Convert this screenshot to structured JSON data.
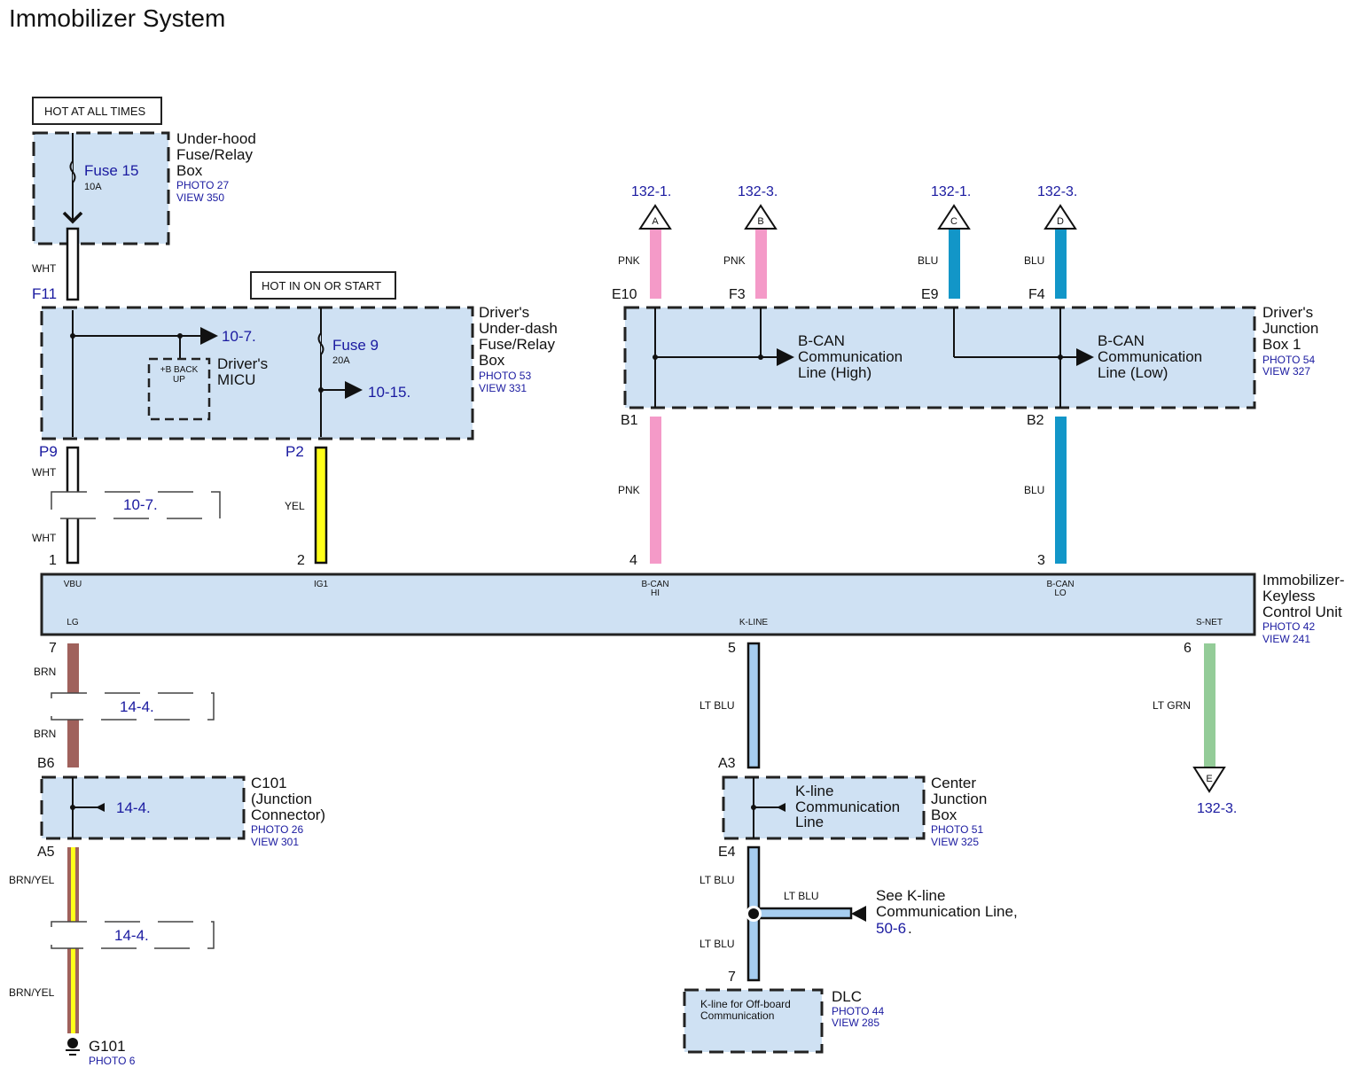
{
  "title": "Immobilizer System",
  "colors": {
    "pnk": "#f49ac8",
    "blu": "#1296c8",
    "wht": "#ffffff",
    "yel": "#ffff1a",
    "brn": "#a0615c",
    "ltblu": "#a6cdf0",
    "ltgrn": "#94cc98",
    "box": "#cfe1f3",
    "ref": "#1a1aa0"
  },
  "labels": {
    "hot_at_all_times": "HOT AT ALL TIMES",
    "hot_in_on": "HOT IN ON OR START"
  },
  "underhood": {
    "l1": "Under-hood",
    "l2": "Fuse/Relay",
    "l3": "Box",
    "photo": "PHOTO 27",
    "view": "VIEW 350",
    "fuse": "Fuse 15",
    "amps": "10A"
  },
  "underdash": {
    "l1": "Driver's",
    "l2": "Under-dash",
    "l3": "Fuse/Relay",
    "l4": "Box",
    "photo": "PHOTO 53",
    "view": "VIEW 331",
    "fuse": "Fuse 9",
    "amps": "20A",
    "ref1": "10-7.",
    "ref2": "10-15.",
    "micu1": "Driver's",
    "micu2": "MICU",
    "backup1": "+B BACK",
    "backup2": "UP"
  },
  "junction1": {
    "l1": "Driver's",
    "l2": "Junction",
    "l3": "Box 1",
    "photo": "PHOTO 54",
    "view": "VIEW 327",
    "high1": "B-CAN",
    "high2": "Communication",
    "high3": "Line (High)",
    "low1": "B-CAN",
    "low2": "Communication",
    "low3": "Line (Low)"
  },
  "ikcu": {
    "l1": "Immobilizer-",
    "l2": "Keyless",
    "l3": "Control Unit",
    "photo": "PHOTO 42",
    "view": "VIEW 241",
    "vbu": "VBU",
    "ig1": "IG1",
    "bcanhi1": "B-CAN",
    "bcanhi2": "HI",
    "bcanlo1": "B-CAN",
    "bcanlo2": "LO",
    "lg": "LG",
    "kline": "K-LINE",
    "snet": "S-NET"
  },
  "c101": {
    "l1": "C101",
    "l2": "(Junction",
    "l3": "Connector)",
    "photo": "PHOTO 26",
    "view": "VIEW 301",
    "ref": "14-4."
  },
  "cjb": {
    "l1": "Center",
    "l2": "Junction",
    "l3": "Box",
    "photo": "PHOTO 51",
    "view": "VIEW 325",
    "t1": "K-line",
    "t2": "Communication",
    "t3": "Line"
  },
  "dlc": {
    "name": "DLC",
    "photo": "PHOTO 44",
    "view": "VIEW 285",
    "t1": "K-line for Off-board",
    "t2": "Communication"
  },
  "ground": {
    "name": "G101",
    "photo": "PHOTO 6"
  },
  "see_kline": {
    "l1": "See K-line",
    "l2": "Communication Line,",
    "ref": "50-6",
    "dot": "."
  },
  "connectors": {
    "F11": "F11",
    "P9": "P9",
    "P2": "P2",
    "E10": "E10",
    "F3": "F3",
    "E9": "E9",
    "F4": "F4",
    "B1": "B1",
    "B2": "B2",
    "p1": "1",
    "p2": "2",
    "p4": "4",
    "p3": "3",
    "p7": "7",
    "p5": "5",
    "p6": "6",
    "B6": "B6",
    "A5": "A5",
    "A3": "A3",
    "E4": "E4",
    "dlc7": "7"
  },
  "wires": {
    "wht": "WHT",
    "yel": "YEL",
    "pnk": "PNK",
    "blu": "BLU",
    "brn": "BRN",
    "brnyel": "BRN/YEL",
    "ltblu": "LT BLU",
    "ltgrn": "LT GRN"
  },
  "refs": {
    "wht_ref": "10-7.",
    "brn_ref": "14-4.",
    "brnyel_ref": "14-4.",
    "e_ref": "132-3."
  },
  "offpage": [
    {
      "letter": "A",
      "ref": "132-1."
    },
    {
      "letter": "B",
      "ref": "132-3."
    },
    {
      "letter": "C",
      "ref": "132-1."
    },
    {
      "letter": "D",
      "ref": "132-3."
    },
    {
      "letter": "E",
      "ref": "132-3."
    }
  ]
}
